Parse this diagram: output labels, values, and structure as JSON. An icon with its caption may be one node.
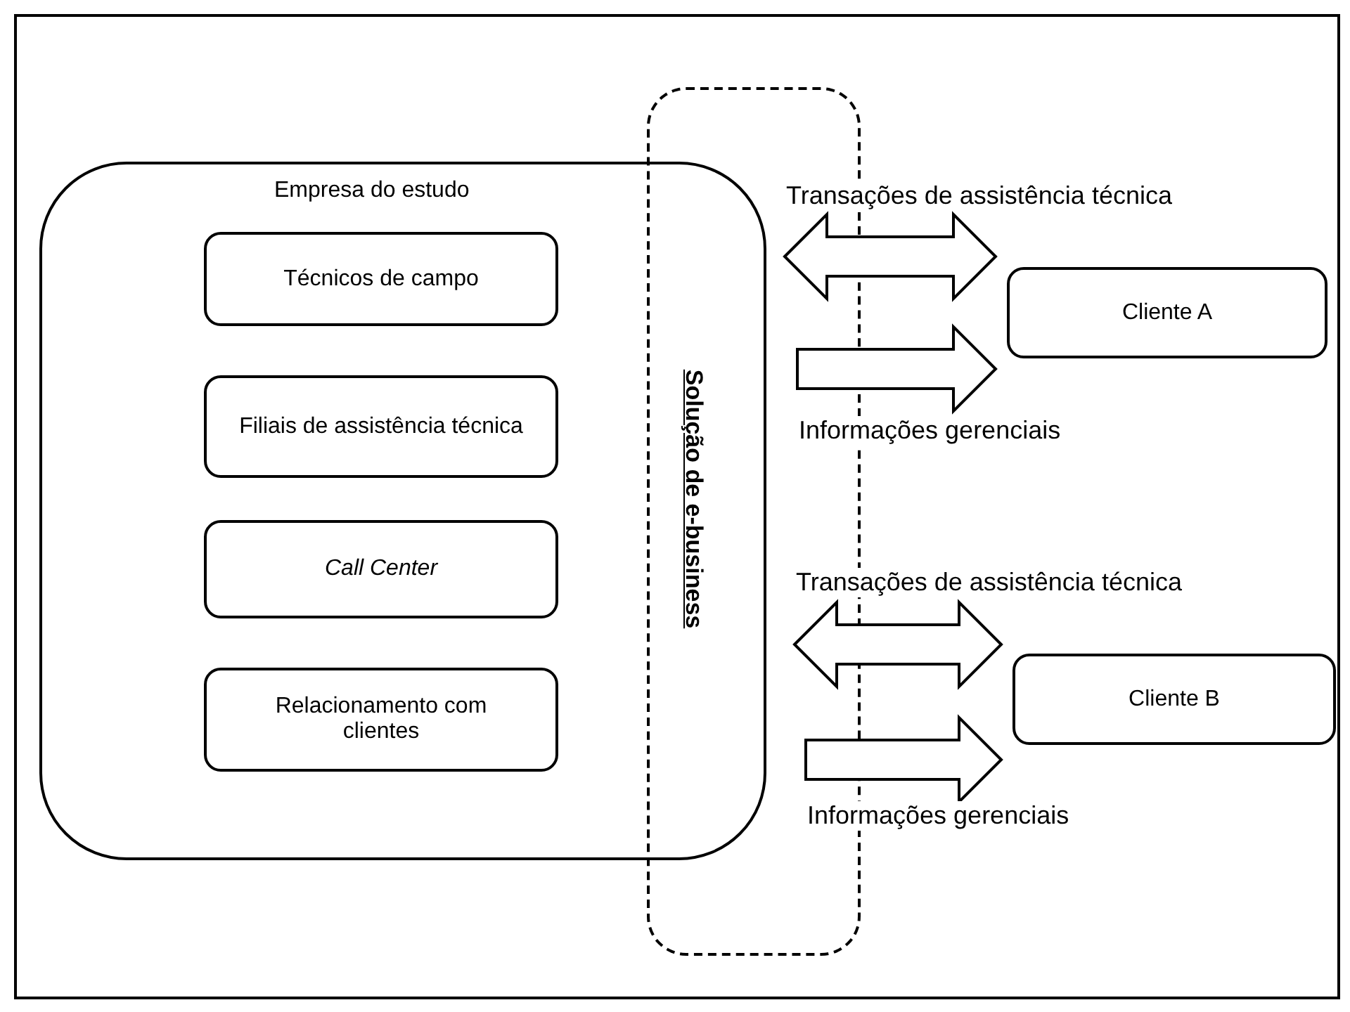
{
  "diagram": {
    "nodes": [
      {
        "text": [
          "Empresa do estudo"
        ]
      },
      {
        "text": [
          "Técnicos de campo"
        ],
        "in": 0
      },
      {
        "text": [
          "Filiais de assistência técnica"
        ],
        "in": 0
      },
      {
        "text": [
          "Call Center"
        ],
        "in": 0
      },
      {
        "text": [
          "Relacionamento com clientes"
        ],
        "in": 0
      },
      {
        "text": [
          "Solução de e-business"
        ]
      },
      {
        "text": [
          "Cliente A"
        ]
      },
      {
        "text": [
          "Cliente B"
        ]
      }
    ],
    "edges": [
      {
        "from": 5,
        "to": 6,
        "arrow": "both",
        "label": "Transações de assistência técnica"
      },
      {
        "from": 5,
        "to": 6,
        "arrow": "to",
        "label": "Informações gerenciais"
      },
      {
        "from": 5,
        "to": 7,
        "arrow": "both",
        "label": "Transações de assistência técnica"
      },
      {
        "from": 5,
        "to": 7,
        "arrow": "to",
        "label": "Informações gerenciais"
      }
    ]
  }
}
